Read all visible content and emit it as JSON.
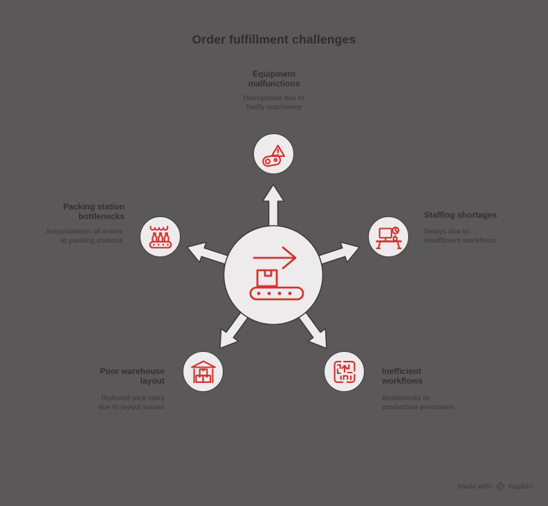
{
  "title": "Order fulfillment challenges",
  "colors": {
    "background": "#5a5859",
    "accent_red": "#d23432",
    "shape_fill": "#edebeb",
    "shape_outline": "#3b393a",
    "heading_text": "#323031",
    "body_text": "#413f40"
  },
  "center": {
    "icon": "conveyor-belt-box-arrow"
  },
  "nodes": [
    {
      "id": "equipment-malfunctions",
      "icon": "machine-warning",
      "title_lines": [
        "Equipment",
        "malfunctions"
      ],
      "desc_lines": [
        "Disruptions due to",
        "faulty machinery"
      ]
    },
    {
      "id": "staffing-shortages",
      "icon": "desk-monitor-clock",
      "title_lines": [
        "Staffing shortages"
      ],
      "desc_lines": [
        "Delays due to",
        "insufficient workforce"
      ]
    },
    {
      "id": "packing-station-bottlenecks",
      "icon": "bottling-conveyor",
      "title_lines": [
        "Packing station",
        "bottlenecks"
      ],
      "desc_lines": [
        "Accumulation of orders",
        "at packing stations"
      ]
    },
    {
      "id": "poor-warehouse-layout",
      "icon": "warehouse-boxes",
      "title_lines": [
        "Poor warehouse",
        "layout"
      ],
      "desc_lines": [
        "Reduced pick rates",
        "due to layout issues"
      ]
    },
    {
      "id": "inefficient-workflows",
      "icon": "maze-arrow",
      "title_lines": [
        "Inefficient",
        "workflows"
      ],
      "desc_lines": [
        "Bottlenecks in",
        "production processes"
      ]
    }
  ],
  "watermark": {
    "prefix": "Made with",
    "brand": "Napkin"
  }
}
